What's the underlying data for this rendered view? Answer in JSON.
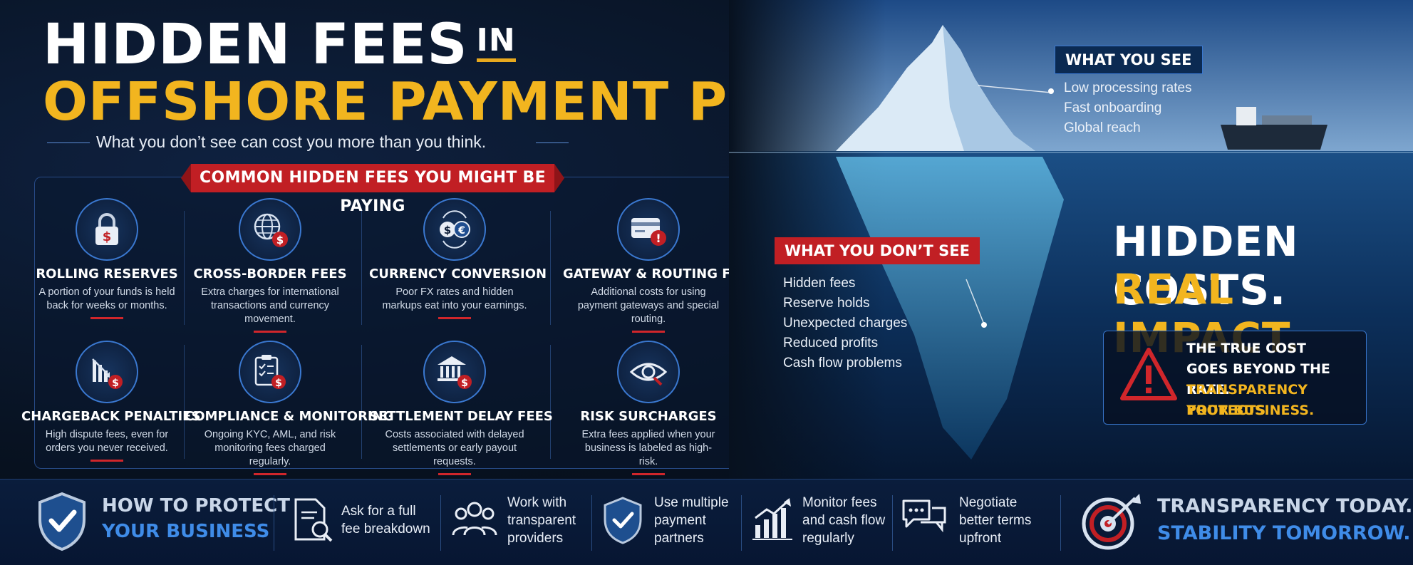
{
  "header": {
    "title_line1": "HIDDEN FEES",
    "title_in": "IN",
    "title_line2": "OFFSHORE PAYMENT PROCESSING",
    "subtitle": "What you don’t see can cost you more than you think."
  },
  "fees_section": {
    "ribbon": "COMMON HIDDEN FEES YOU MIGHT BE PAYING",
    "items": [
      {
        "title": "ROLLING RESERVES",
        "desc": "A portion of your funds is held back for weeks or months.",
        "icon": "padlock-dollar-icon"
      },
      {
        "title": "CROSS-BORDER FEES",
        "desc": "Extra charges for international transactions and currency movement.",
        "icon": "globe-dollar-icon"
      },
      {
        "title": "CURRENCY CONVERSION",
        "desc": "Poor FX rates and hidden markups eat into your earnings.",
        "icon": "currency-exchange-icon"
      },
      {
        "title": "GATEWAY & ROUTING FEES",
        "desc": "Additional costs for using payment gateways and special routing.",
        "icon": "card-alert-icon"
      },
      {
        "title": "CHARGEBACK PENALTIES",
        "desc": "High dispute fees, even for orders you never received.",
        "icon": "declining-chart-icon"
      },
      {
        "title": "COMPLIANCE & MONITORING",
        "desc": "Ongoing KYC, AML, and risk monitoring fees charged regularly.",
        "icon": "checklist-clipboard-icon"
      },
      {
        "title": "SETTLEMENT DELAY FEES",
        "desc": "Costs associated with delayed settlements or early payout requests.",
        "icon": "bank-dollar-icon"
      },
      {
        "title": "RISK SURCHARGES",
        "desc": "Extra fees applied when your business is labeled as high-risk.",
        "icon": "eye-icon"
      }
    ]
  },
  "iceberg": {
    "see_label": "WHAT YOU SEE",
    "see_items": [
      "Low processing rates",
      "Fast onboarding",
      "Global reach"
    ],
    "dont_label": "WHAT YOU DON’T SEE",
    "dont_items": [
      "Hidden fees",
      "Reserve holds",
      "Unexpected charges",
      "Reduced profits",
      "Cash flow problems"
    ]
  },
  "impact": {
    "line1": "HIDDEN COSTS.",
    "line2": "REAL IMPACT.",
    "box_line1": "THE TRUE COST",
    "box_line2": "GOES BEYOND THE RATE.",
    "box_line3": "TRANSPARENCY PROTECTS",
    "box_line4": "YOUR BUSINESS."
  },
  "bottom": {
    "protect_line1": "HOW TO PROTECT",
    "protect_line2": "YOUR BUSINESS",
    "tips": [
      {
        "line1": "Ask for a full",
        "line2": "fee breakdown",
        "line3": ""
      },
      {
        "line1": "Work with",
        "line2": "transparent",
        "line3": "providers"
      },
      {
        "line1": "Use multiple",
        "line2": "payment",
        "line3": "partners"
      },
      {
        "line1": "Monitor fees",
        "line2": "and cash flow",
        "line3": "regularly"
      },
      {
        "line1": "Negotiate",
        "line2": "better terms",
        "line3": "upfront"
      }
    ],
    "slogan_line1": "TRANSPARENCY TODAY.",
    "slogan_line2": "STABILITY TOMORROW."
  },
  "colors": {
    "accent_gold": "#f2b51f",
    "accent_red": "#c11f24",
    "accent_blue": "#3a78d0",
    "navy": "#0b2a52"
  }
}
